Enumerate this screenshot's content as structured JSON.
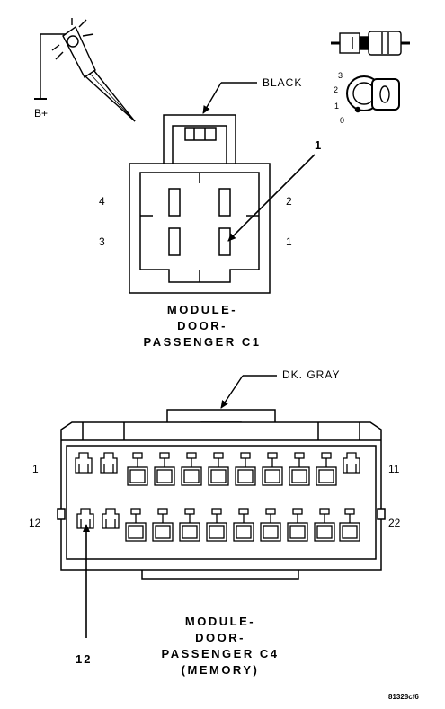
{
  "probe": {
    "supply_label": "B+"
  },
  "key_switch": {
    "positions": [
      "3",
      "2",
      "1",
      "0"
    ]
  },
  "connector_c1": {
    "color_label": "BLACK",
    "callout_number": "1",
    "pin_labels": {
      "top_left": "4",
      "bottom_left": "3",
      "top_right": "2",
      "bottom_right": "1"
    },
    "title_lines": [
      "MODULE-",
      "DOOR-",
      "PASSENGER C1"
    ]
  },
  "connector_c4": {
    "color_label": "DK. GRAY",
    "pin_labels": {
      "top_left": "1",
      "top_right": "11",
      "bottom_left": "12",
      "bottom_right": "22"
    },
    "callout_number": "12",
    "title_lines": [
      "MODULE-",
      "DOOR-",
      "PASSENGER C4",
      "(MEMORY)"
    ]
  },
  "figure_id": "81328cf6"
}
